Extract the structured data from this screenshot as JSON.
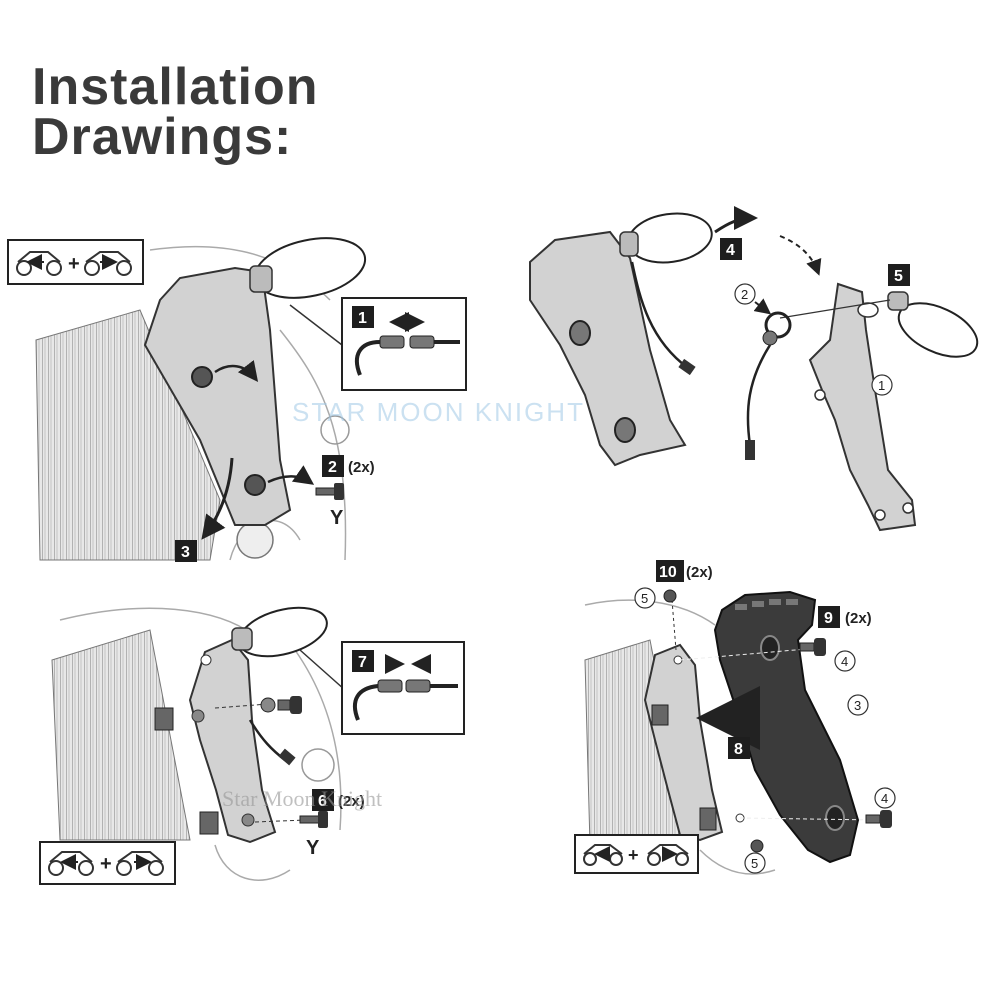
{
  "title": {
    "line1": "Installation",
    "line2": "Drawings:"
  },
  "watermarks": {
    "main": "STAR MOON KNIGHT",
    "secondary": "Star Moon Knight"
  },
  "colors": {
    "text": "#3a3a3a",
    "step_box": "#1e1e1e",
    "fairing": "#3b3b3b",
    "metal": "#c9c9c9",
    "line": "#222222"
  },
  "panel1": {
    "steps": {
      "s1": "1",
      "s2": "2",
      "s2_qty": "(2x)",
      "s3": "3"
    },
    "marker_y": "Y",
    "plus": "+"
  },
  "panel2": {
    "steps": {
      "s4": "4",
      "s5": "5"
    },
    "callouts": {
      "c1": "1",
      "c2": "2"
    }
  },
  "panel3": {
    "steps": {
      "s6": "6",
      "s6_qty": "(2x)",
      "s7": "7"
    },
    "marker_y": "Y",
    "plus": "+"
  },
  "panel4": {
    "steps": {
      "s8": "8",
      "s9": "9",
      "s9_qty": "(2x)",
      "s10": "10",
      "s10_qty": "(2x)"
    },
    "callouts": {
      "c3": "3",
      "c4a": "4",
      "c4b": "4",
      "c5a": "5",
      "c5b": "5"
    },
    "plus": "+"
  },
  "icons": [
    "motorcycle-left-icon",
    "motorcycle-right-icon",
    "connector-icon",
    "bolt-icon",
    "arrow-icon"
  ]
}
